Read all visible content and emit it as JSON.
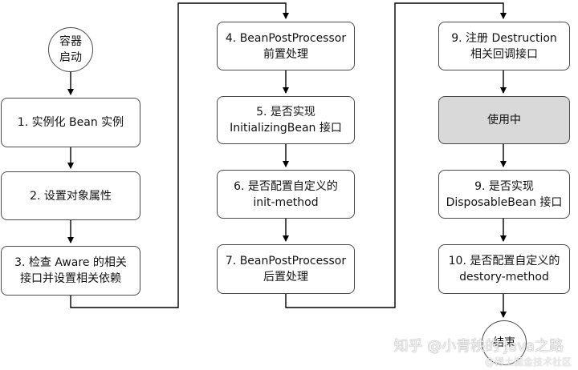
{
  "start": {
    "label": "容器\n启动"
  },
  "end": {
    "label": "结束"
  },
  "nodes": {
    "instantiate": "1. 实例化 Bean 实例",
    "set_properties": "2. 设置对象属性",
    "check_aware": "3. 检查 Aware 的相关\n接口并设置相关依赖",
    "bpp_before": "4. BeanPostProcessor\n前置处理",
    "initializing_bean": "5. 是否实现\nInitializingBean 接口",
    "init_method": "6. 是否配置自定义的\ninit-method",
    "bpp_after": "7. BeanPostProcessor\n后置处理",
    "register_destruction": "9. 注册 Destruction\n相关回调接口",
    "in_use": "使用中",
    "disposable_bean": "9. 是否实现\nDisposableBean 接口",
    "destroy_method": "10. 是否配置自定义的\ndestory-method"
  },
  "watermarks": {
    "zhihu": "知乎 @小青秧的 Java之路",
    "juejin": "@稀土掘金技术社区"
  }
}
